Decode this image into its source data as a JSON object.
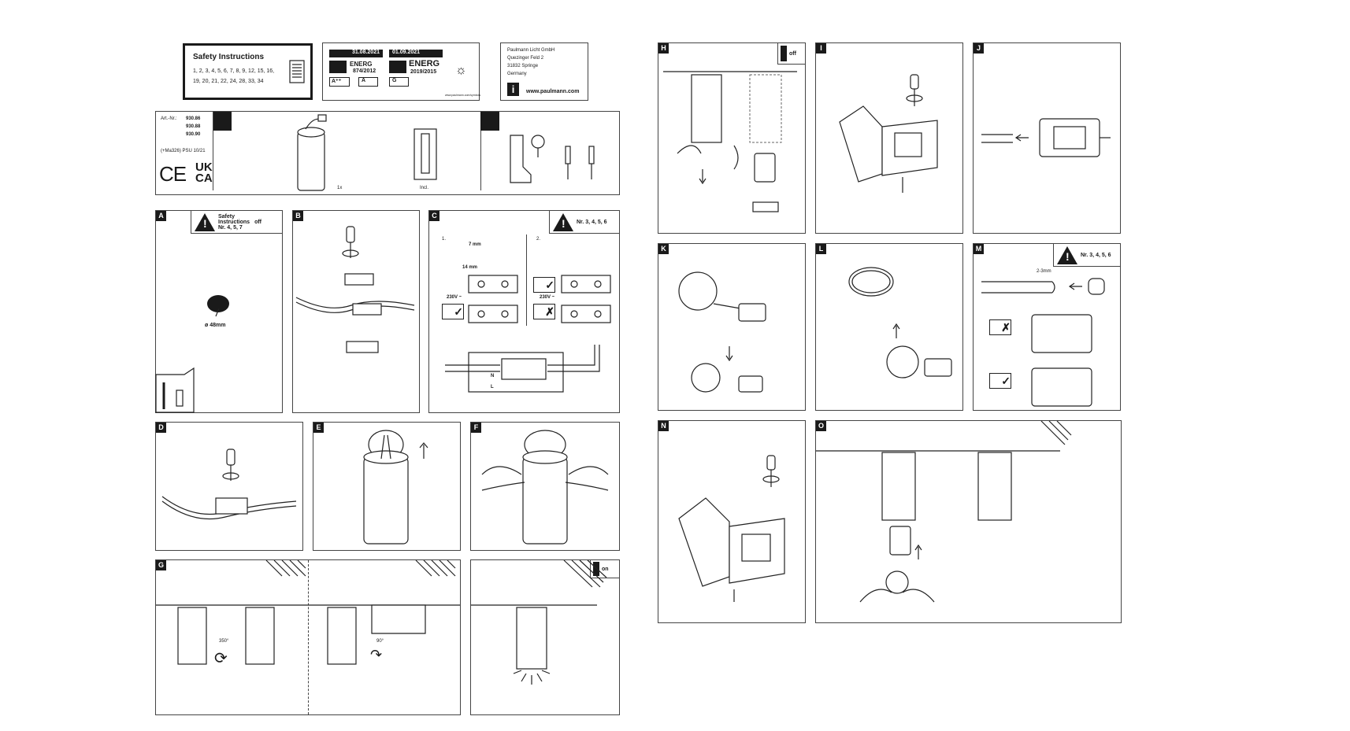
{
  "safety": {
    "title": "Safety Instructions",
    "numbers_line1": "1, 2, 3, 4, 5, 6, 7, 8, 9, 12, 15, 16,",
    "numbers_line2": "19, 20, 21, 22, 24, 28, 33, 34"
  },
  "energy": {
    "date1": "31.08.2021",
    "date2": "01.09.2021",
    "label": "ENERG",
    "reg1": "874/2012",
    "reg2": "2019/2015",
    "class1a": "A⁺⁺",
    "class1b": "A",
    "class2": "G",
    "url": "www.paulmann.com/symbols"
  },
  "company": {
    "line1": "Paulmann Licht GmbH",
    "line2": "Quezinger Feld 2",
    "line3": "31832 Springe",
    "line4": "Germany",
    "web": "www.paulmann.com"
  },
  "article": {
    "label": "Art.-Nr.:",
    "n1": "930.86",
    "n2": "930.88",
    "n3": "930.90",
    "psu": "(+Ma326) PSU 10/21",
    "ce": "CE",
    "ukca1": "UK",
    "ukca2": "CA",
    "qty1": "1x",
    "qty2": "Incl."
  },
  "panels": {
    "A": {
      "label": "A",
      "warn1": "Safety",
      "warn2": "Instructions",
      "warn3": "Nr. 4, 5, 7",
      "off": "off",
      "dia": "ø 48mm"
    },
    "B": {
      "label": "B"
    },
    "C": {
      "label": "C",
      "nr": "Nr. 3, 4, 5, 6",
      "s1": "1.",
      "s2": "2.",
      "mm7": "7 mm",
      "mm14": "14 mm",
      "v1": "230V ~",
      "v2": "230V ~",
      "n": "N",
      "l": "L"
    },
    "D": {
      "label": "D"
    },
    "E": {
      "label": "E"
    },
    "F": {
      "label": "F"
    },
    "G": {
      "label": "G",
      "deg1": "350°",
      "deg2": "90°"
    },
    "G2": {
      "on": "on"
    },
    "H": {
      "label": "H",
      "off": "off"
    },
    "I": {
      "label": "I"
    },
    "J": {
      "label": "J"
    },
    "K": {
      "label": "K"
    },
    "L": {
      "label": "L"
    },
    "M": {
      "label": "M",
      "nr": "Nr. 3, 4, 5, 6",
      "mm": "2-3mm"
    },
    "N": {
      "label": "N"
    },
    "O": {
      "label": "O"
    }
  }
}
